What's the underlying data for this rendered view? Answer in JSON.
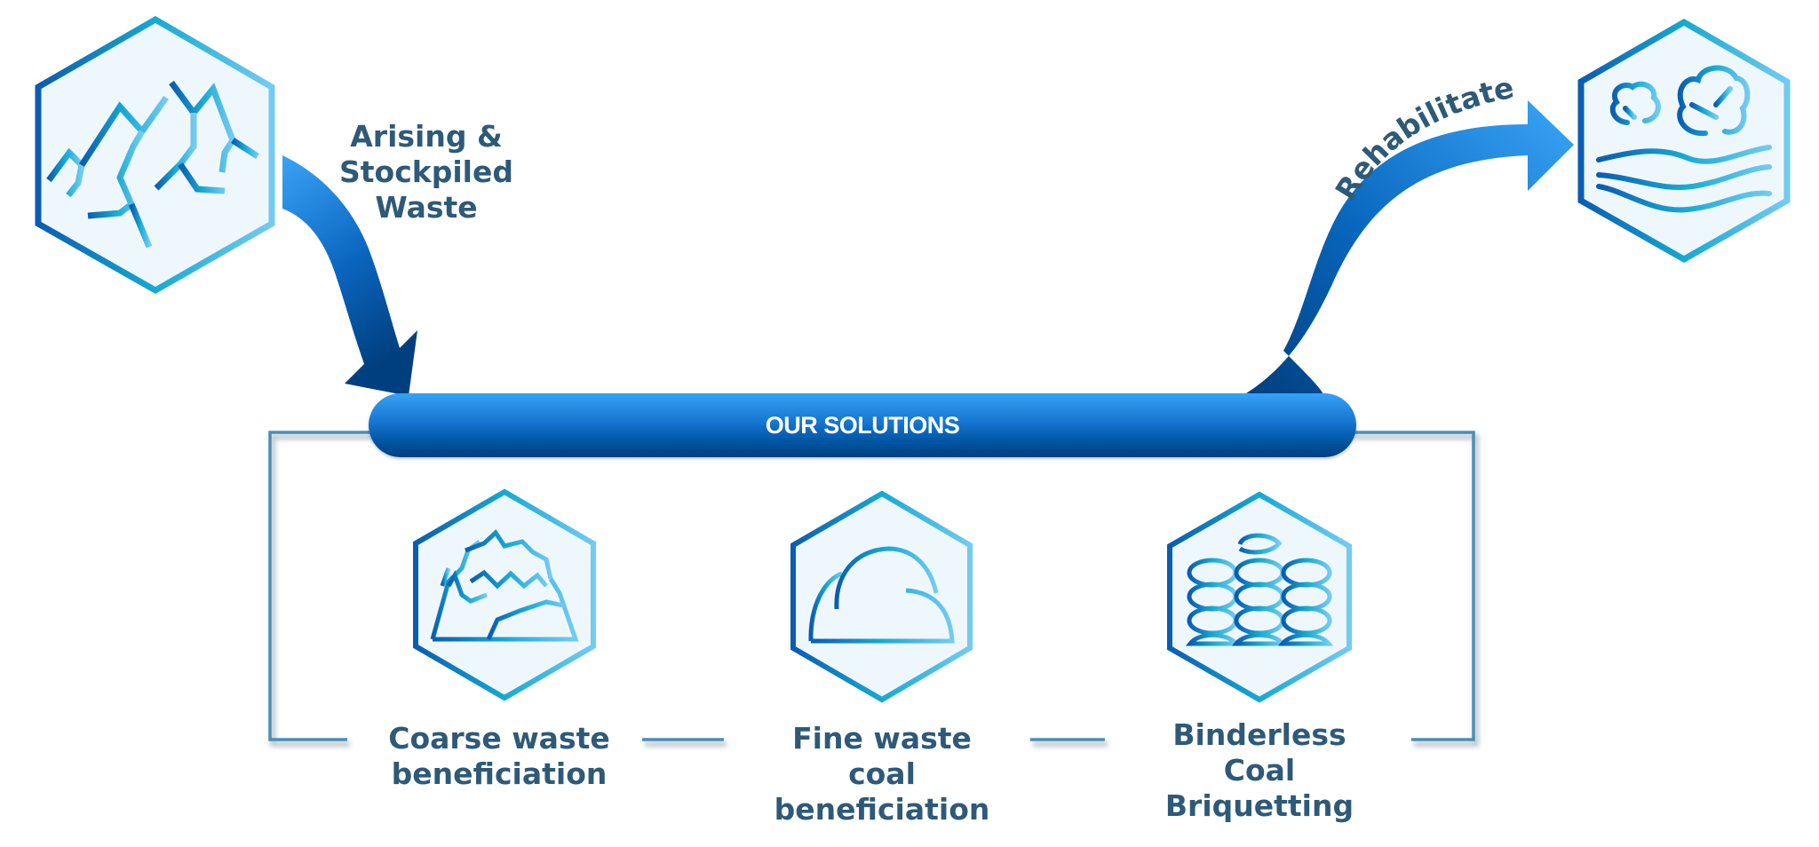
{
  "source": {
    "label_lines": [
      "Arising &",
      "Stockpiled",
      "Waste"
    ],
    "icon": "cracked-mountain-icon"
  },
  "destination": {
    "arrow_label": "Rehabilitate",
    "icon": "trees-landscape-icon"
  },
  "solutions_bar": {
    "title": "OUR SOLUTIONS"
  },
  "solutions": [
    {
      "icon": "coarse-rock-pile-icon",
      "label_lines": [
        "Coarse waste",
        "beneficiation"
      ]
    },
    {
      "icon": "fine-coal-mound-icon",
      "label_lines": [
        "Fine waste",
        "coal",
        "beneficiation"
      ]
    },
    {
      "icon": "stacked-briquettes-icon",
      "label_lines": [
        "Binderless",
        "Coal",
        "Briquetting"
      ]
    }
  ],
  "colors": {
    "text": "#2E5A78",
    "bar_top": "#36A2F5",
    "bar_bottom": "#003F7F",
    "icon_dark": "#0A5DB0",
    "icon_light": "#6CC8EE",
    "hex_fill": "#EEF7FC",
    "frame": "#4A8FB5"
  }
}
